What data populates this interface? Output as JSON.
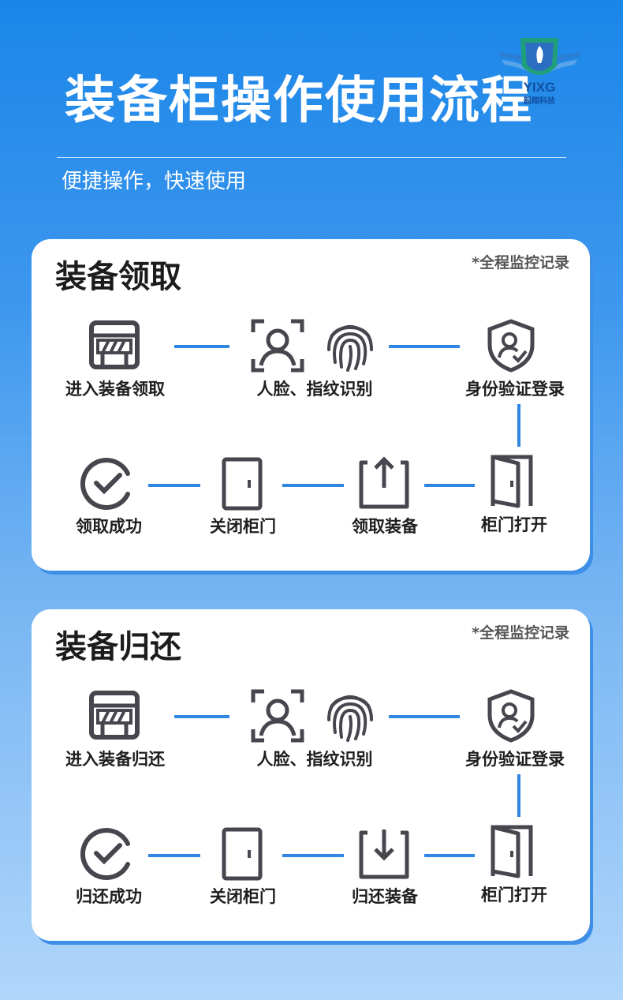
{
  "header": {
    "title": "装备柜操作使用流程",
    "subtitle": "便捷操作，快速使用",
    "logo_text": "YIXG",
    "logo_subtext": "毅翔科技"
  },
  "colors": {
    "accent": "#2f86e3",
    "icon": "#46474e",
    "card": "#ffffff"
  },
  "sections": [
    {
      "title": "装备领取",
      "note": "*全程监控记录",
      "steps": {
        "enter": "进入装备领取",
        "face_finger": "人脸、指纹识别",
        "verify": "身份验证登录",
        "open": "柜门打开",
        "take": "领取装备",
        "close": "关闭柜门",
        "done": "领取成功"
      }
    },
    {
      "title": "装备归还",
      "note": "*全程监控记录",
      "steps": {
        "enter": "进入装备归还",
        "face_finger": "人脸、指纹识别",
        "verify": "身份验证登录",
        "open": "柜门打开",
        "take": "归还装备",
        "close": "关闭柜门",
        "done": "归还成功"
      }
    }
  ]
}
